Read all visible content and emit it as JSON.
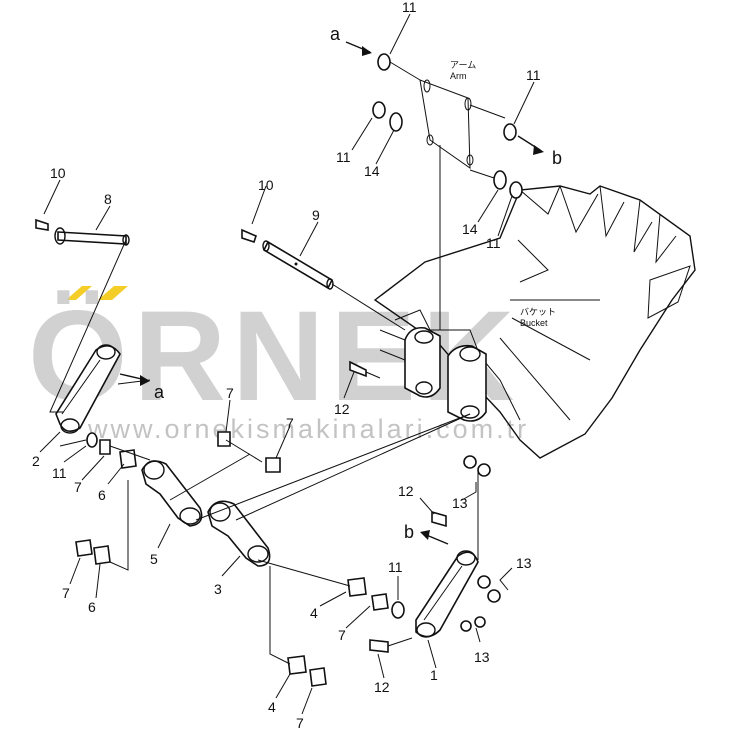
{
  "diagram": {
    "callouts": {
      "p1": "1",
      "p2": "2",
      "p3": "3",
      "p4a": "4",
      "p4b": "4",
      "p5": "5",
      "p6a": "6",
      "p6b": "6",
      "p7a": "7",
      "p7b": "7",
      "p7c": "7",
      "p7d": "7",
      "p7e": "7",
      "p7f": "7",
      "p8": "8",
      "p9": "9",
      "p10a": "10",
      "p10b": "10",
      "p11a": "11",
      "p11b": "11",
      "p11c": "11",
      "p11d": "11",
      "p11e": "11",
      "p11f": "11",
      "p12a": "12",
      "p12b": "12",
      "p12c": "12",
      "p13a": "13",
      "p13b": "13",
      "p13c": "13",
      "p14a": "14",
      "p14b": "14"
    },
    "refs": {
      "a_top": "a",
      "a_mid": "a",
      "b_top": "b",
      "b_low": "b"
    },
    "arm_jp": "アーム",
    "arm_en": "Arm",
    "bucket_jp": "バケット",
    "bucket_en": "Bucket"
  },
  "watermark": {
    "brand": "ÖRNEK",
    "url": "www.ornekismakinalari.com.tr",
    "accent_color": "#f2c500"
  }
}
